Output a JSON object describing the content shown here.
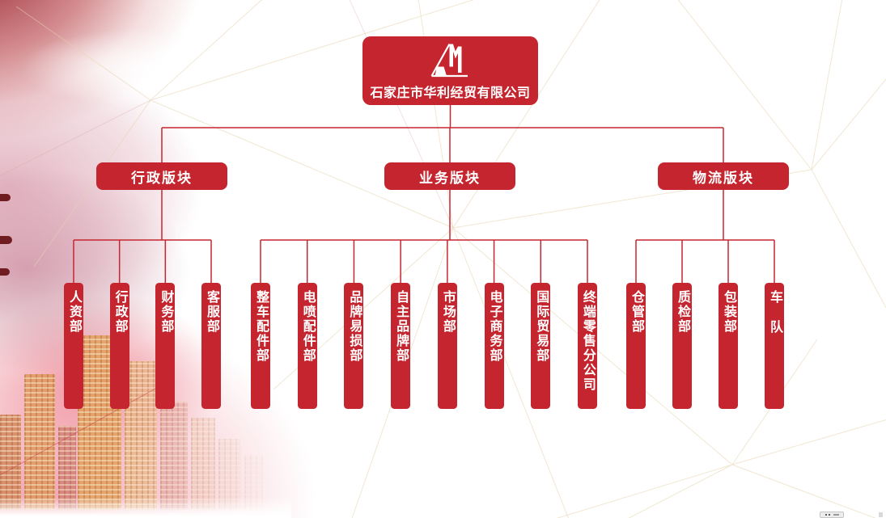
{
  "company": {
    "name": "石家庄市华利经贸有限公司",
    "logo_icon": "bridge-tower-logo"
  },
  "org": {
    "groups": [
      {
        "label": "行政版块",
        "departments": [
          "人资部",
          "行政部",
          "财务部",
          "客服部"
        ]
      },
      {
        "label": "业务版块",
        "departments": [
          "整车配件部",
          "电喷配件部",
          "品牌易损部",
          "自主品牌部",
          "市场部",
          "电子商务部",
          "国际贸易部",
          "终端零售分公司"
        ]
      },
      {
        "label": "物流版块",
        "departments": [
          "仓管部",
          "质检部",
          "包装部",
          "车 队"
        ]
      }
    ]
  },
  "theme": {
    "node_red": "#c4252e",
    "connector_red": "#c5262e",
    "text_white": "#ffffff"
  }
}
